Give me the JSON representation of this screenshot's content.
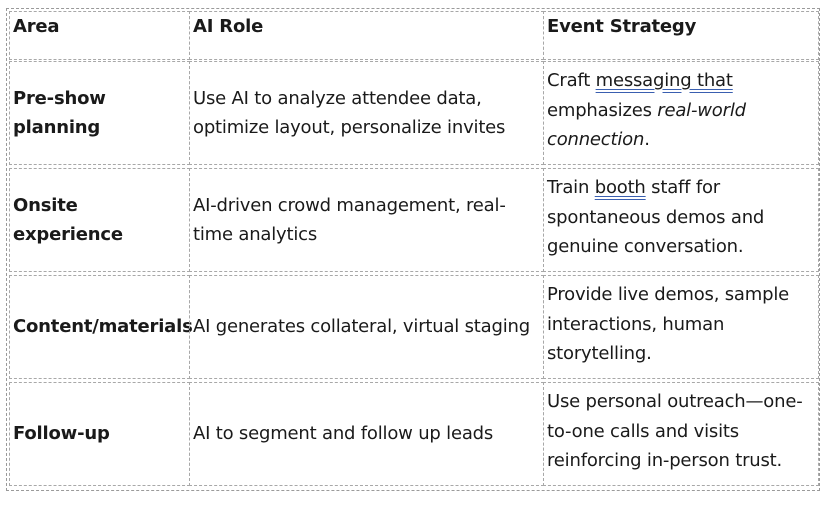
{
  "headers": {
    "area": "Area",
    "ai_role": "AI Role",
    "event_strategy": "Event Strategy"
  },
  "rows": [
    {
      "area": "Pre-show planning",
      "ai_role": "Use AI to analyze attendee data, optimize layout, personalize invites",
      "strategy": {
        "p1": "Craft ",
        "u1": "messaging that",
        "p2": " emphasizes ",
        "em": "real-world connection",
        "p3": "."
      }
    },
    {
      "area": "Onsite experience",
      "ai_role": "AI-driven crowd management, real-time analytics",
      "strategy": {
        "p1": "Train ",
        "u1": "booth",
        "p2": " staff for spontaneous demos and genuine conversation."
      }
    },
    {
      "area": "Content/materials",
      "ai_role": "AI generates collateral, virtual staging",
      "strategy": {
        "p1": "Provide live demos, sample interactions, human storytelling."
      }
    },
    {
      "area": "Follow-up",
      "ai_role": "AI to segment and follow up leads",
      "strategy": {
        "p1": "Use personal outreach—one-to-one calls and visits reinforcing in-person trust."
      }
    }
  ]
}
